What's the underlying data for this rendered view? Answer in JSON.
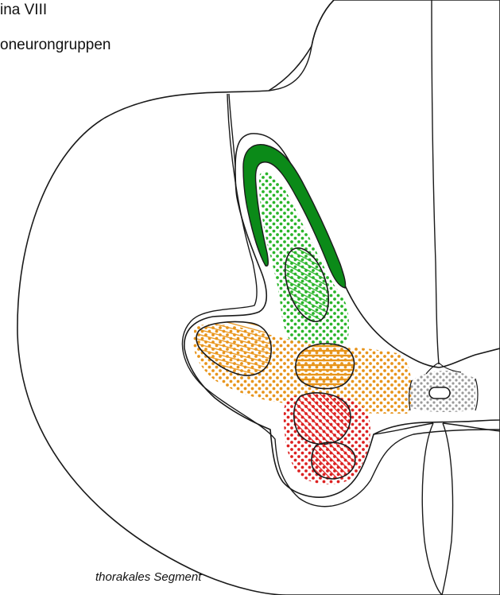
{
  "labels": {
    "line1": "ina VIII",
    "line2": "oneurongruppen"
  },
  "caption": "thorakales Segment",
  "colors": {
    "outline": "#1a1a1a",
    "green_band": "#0b8a18",
    "green_dots": "#2ab52a",
    "orange": "#e8951c",
    "red": "#dd2222",
    "gray": "#9a9a9a",
    "white_matter": "#ffffff"
  }
}
